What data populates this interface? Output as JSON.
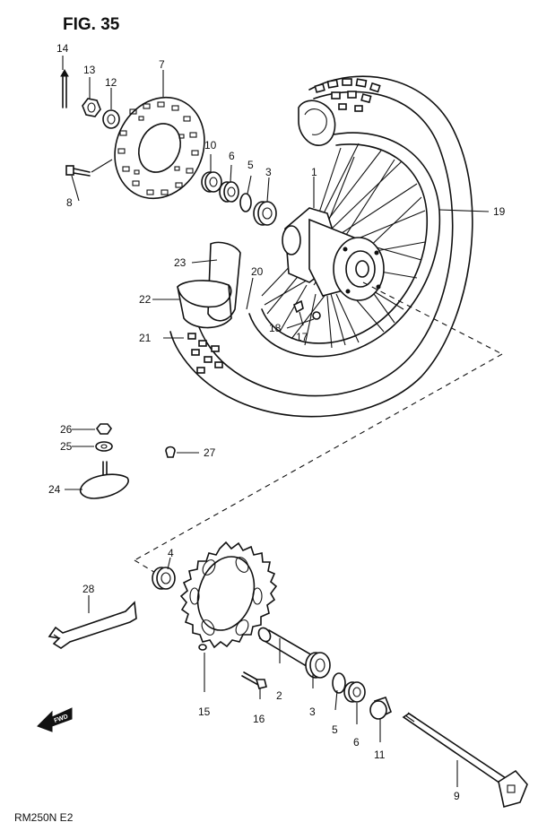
{
  "figure_title": "FIG. 35",
  "model_code": "RM250N  E2",
  "fwd_label": "FWD",
  "parts": {
    "p1": "1",
    "p2": "2",
    "p3a": "3",
    "p3b": "3",
    "p4": "4",
    "p5a": "5",
    "p5b": "5",
    "p6a": "6",
    "p6b": "6",
    "p7": "7",
    "p8": "8",
    "p9": "9",
    "p10": "10",
    "p11": "11",
    "p12": "12",
    "p13": "13",
    "p14": "14",
    "p15": "15",
    "p16": "16",
    "p17": "17",
    "p18": "18",
    "p19": "19",
    "p20": "20",
    "p21": "21",
    "p22": "22",
    "p23": "23",
    "p24": "24",
    "p25": "25",
    "p26": "26",
    "p27": "27",
    "p28": "28"
  }
}
